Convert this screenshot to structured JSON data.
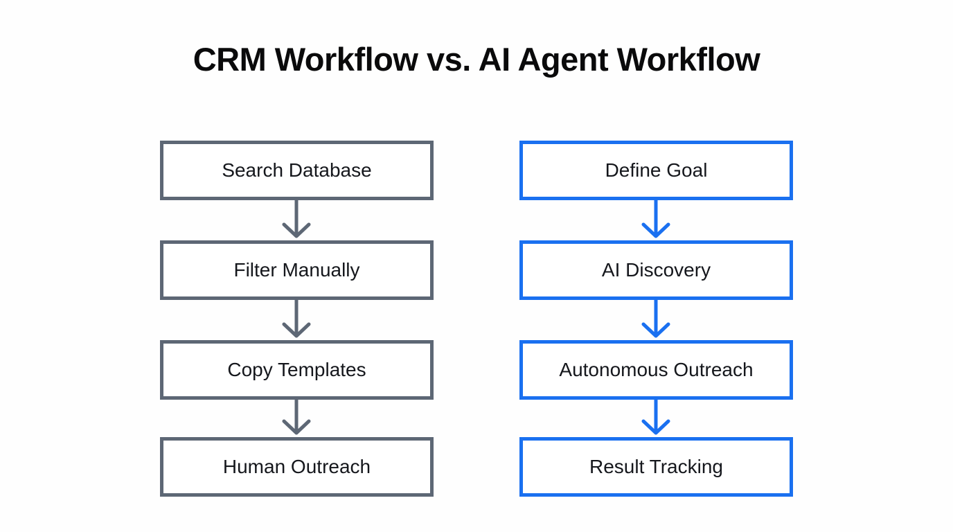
{
  "title": "CRM Workflow vs. AI Agent Workflow",
  "colors": {
    "crm_accent": "#5d6775",
    "ai_accent": "#1a70f0",
    "text": "#15171c",
    "title": "#0a0a0b",
    "background": "#fefefe",
    "node_bg": "#ffffff"
  },
  "icons": {
    "flow_arrow": "arrow-down"
  },
  "crm_workflow": {
    "steps": [
      "Search Database",
      "Filter Manually",
      "Copy Templates",
      "Human Outreach"
    ]
  },
  "ai_workflow": {
    "steps": [
      "Define Goal",
      "AI Discovery",
      "Autonomous Outreach",
      "Result Tracking"
    ]
  }
}
